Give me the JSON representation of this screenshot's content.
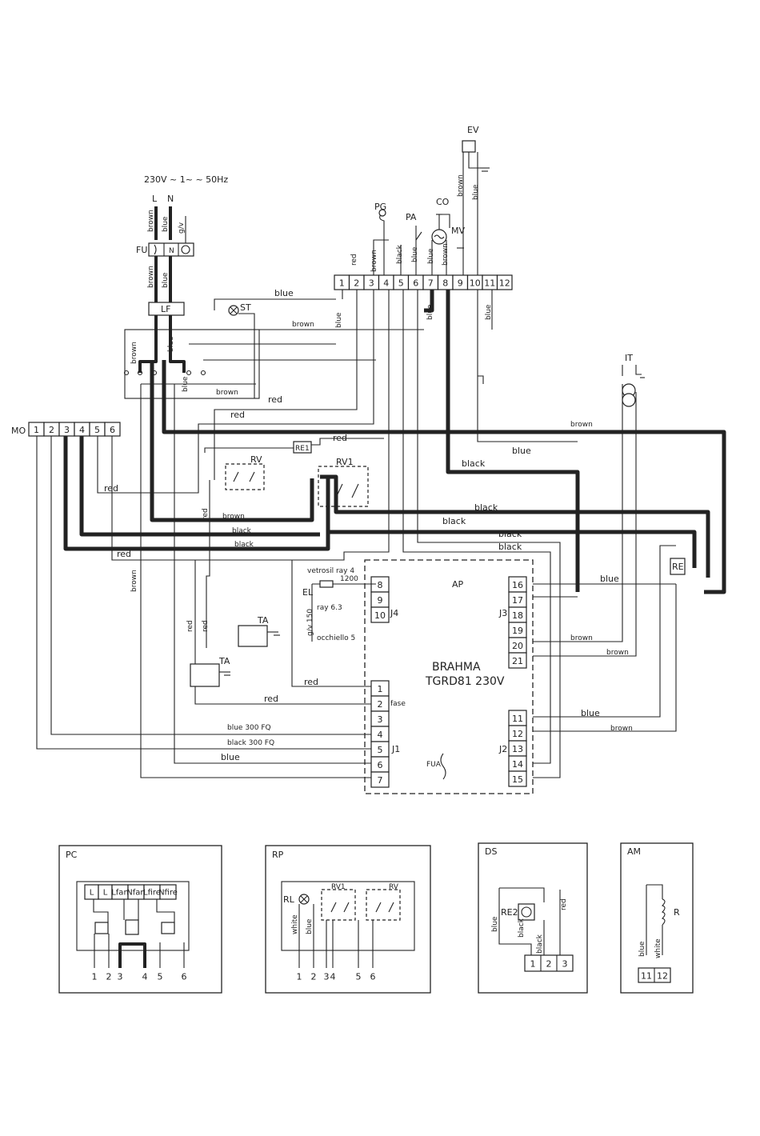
{
  "supply": {
    "label": "230V ~ 1~ ~ 50Hz",
    "l": "L",
    "n": "N",
    "fu": "FU",
    "lf": "LF",
    "term_l": "L",
    "term_n": "N"
  },
  "main_terminal": [
    "1",
    "2",
    "3",
    "4",
    "5",
    "6",
    "7",
    "8",
    "9",
    "10",
    "11",
    "12"
  ],
  "mo": {
    "label": "MO",
    "terminals": [
      "1",
      "2",
      "3",
      "4",
      "5",
      "6"
    ]
  },
  "components": {
    "pg": "PG",
    "pa": "PA",
    "co": "CO",
    "mv": "MV",
    "ev": "EV",
    "st": "ST",
    "it": "IT",
    "re1": "RE1",
    "rv": "RV",
    "rv1": "RV1",
    "re": "RE",
    "ta": "TA",
    "ta2": "TA",
    "el": "EL"
  },
  "wires": {
    "blue": "blue",
    "brown": "brown",
    "red": "red",
    "black": "black",
    "gv": "g/v",
    "white": "white",
    "blue300": "blue 300 FQ",
    "black300": "black 300 FQ"
  },
  "ap": {
    "label": "AP",
    "model1": "BRAHMA",
    "model2": "TGRD81  230V",
    "fua": "FUA",
    "fase": "fase",
    "j1": "J1",
    "j2": "J2",
    "j3": "J3",
    "j4": "J4",
    "j1_pins": [
      "1",
      "2",
      "3",
      "4",
      "5",
      "6",
      "7"
    ],
    "j2_pins": [
      "11",
      "12",
      "13",
      "14",
      "15"
    ],
    "j3_pins": [
      "16",
      "17",
      "18",
      "19",
      "20",
      "21"
    ],
    "j4_pins": [
      "8",
      "9",
      "10"
    ],
    "vetro": "vetrosil ray 4",
    "ohm": "1200",
    "ray63": "ray 6.3",
    "gv150": "g/v 150",
    "occh": "occhiello 5"
  },
  "panels": {
    "pc": {
      "label": "PC",
      "headers": [
        "L",
        "L",
        "Lfan",
        "Nfan",
        "Lfire",
        "Nfire"
      ],
      "pins": [
        "1",
        "2",
        "3",
        "4",
        "5",
        "6"
      ]
    },
    "rp": {
      "label": "RP",
      "rl": "RL",
      "rv1": "RV1",
      "rv": "RV",
      "pins": [
        "1",
        "2",
        "3",
        "4",
        "5",
        "6"
      ]
    },
    "ds": {
      "label": "DS",
      "re2": "RE2",
      "pins": [
        "1",
        "2",
        "3"
      ]
    },
    "am": {
      "label": "AM",
      "r": "R",
      "pins": [
        "11",
        "12"
      ]
    }
  }
}
